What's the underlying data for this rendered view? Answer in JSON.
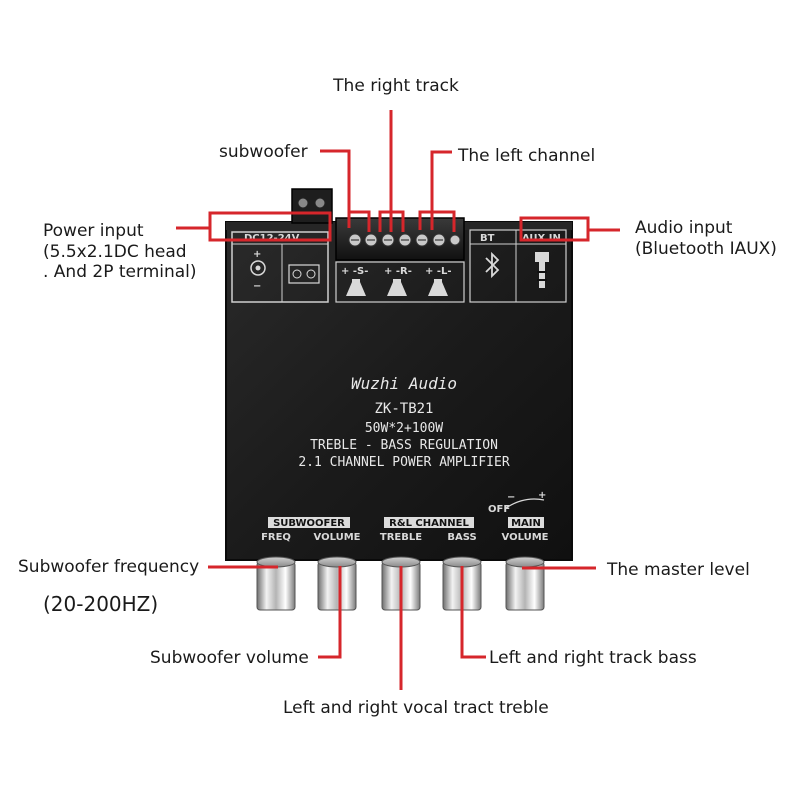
{
  "labels": {
    "right_track": "The right track",
    "subwoofer": "subwoofer",
    "left_channel": "The left channel",
    "power_input_line1": "Power input",
    "power_input_line2": "(5.5x2.1DC head",
    "power_input_line3": ". And 2P terminal)",
    "audio_input_line1": "Audio input",
    "audio_input_line2": "(Bluetooth IAUX)",
    "sub_freq": "Subwoofer frequency",
    "sub_freq_range": "(20-200HZ)",
    "master_level": "The master level",
    "sub_volume": "Subwoofer volume",
    "lr_bass": "Left and right track bass",
    "lr_treble": "Left and right vocal tract treble"
  },
  "board": {
    "brand": "Wuzhi Audio",
    "model": "ZK-TB21",
    "power": "50W*2+100W",
    "line3": "TREBLE - BASS REGULATION",
    "line4": "2.1 CHANNEL POWER AMPLIFIER",
    "dc_label": "DC12-24V",
    "aux_label": "AUX IN",
    "bt_label": "BT",
    "terminal_s": "+ -S-",
    "terminal_r": "+ -R-",
    "terminal_l": "+ -L-",
    "group_sub": "SUBWOOFER",
    "group_rl": "R&L CHANNEL",
    "group_main": "MAIN",
    "knob_freq": "FREQ",
    "knob_sub_vol": "VOLUME",
    "knob_treble": "TREBLE",
    "knob_bass": "BASS",
    "knob_main_vol": "VOLUME",
    "off": "OFF",
    "minus": "−",
    "plus": "+"
  },
  "colors": {
    "leader": "#d6262b",
    "board": "#1c1c1c",
    "text": "#1a1a1a"
  }
}
